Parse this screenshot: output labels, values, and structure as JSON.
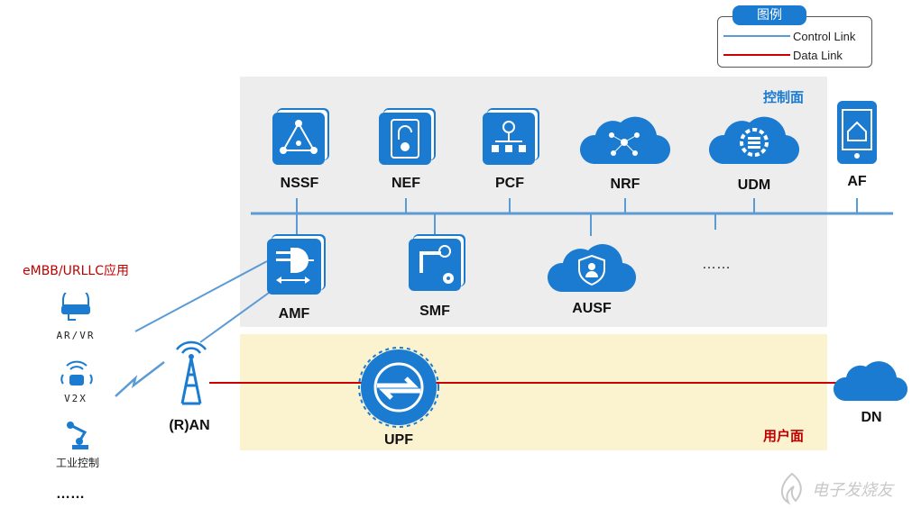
{
  "legend": {
    "title": "图例",
    "control_link": "Control Link",
    "data_link": "Data Link"
  },
  "control_plane": {
    "label": "控制面",
    "functions_top": [
      "NSSF",
      "NEF",
      "PCF",
      "NRF",
      "UDM",
      "AF"
    ],
    "functions_bottom": [
      "AMF",
      "SMF",
      "AUSF"
    ],
    "more": "……"
  },
  "user_plane": {
    "label": "用户面",
    "upf": "UPF",
    "dn": "DN"
  },
  "access": {
    "ran": "(R)AN"
  },
  "apps": {
    "title": "eMBB/URLLC应用",
    "items": [
      "AR/VR",
      "V2X",
      "工业控制"
    ],
    "more": "……"
  },
  "watermark": "电子发烧友",
  "colors": {
    "accent": "#1a7bd1",
    "control_plane_bg": "#ededed",
    "user_plane_bg": "#fbf2cf",
    "data_link": "#cc0000",
    "control_link": "#5b9bd5",
    "app_title": "#c00000",
    "user_plane_label": "#c00000"
  }
}
